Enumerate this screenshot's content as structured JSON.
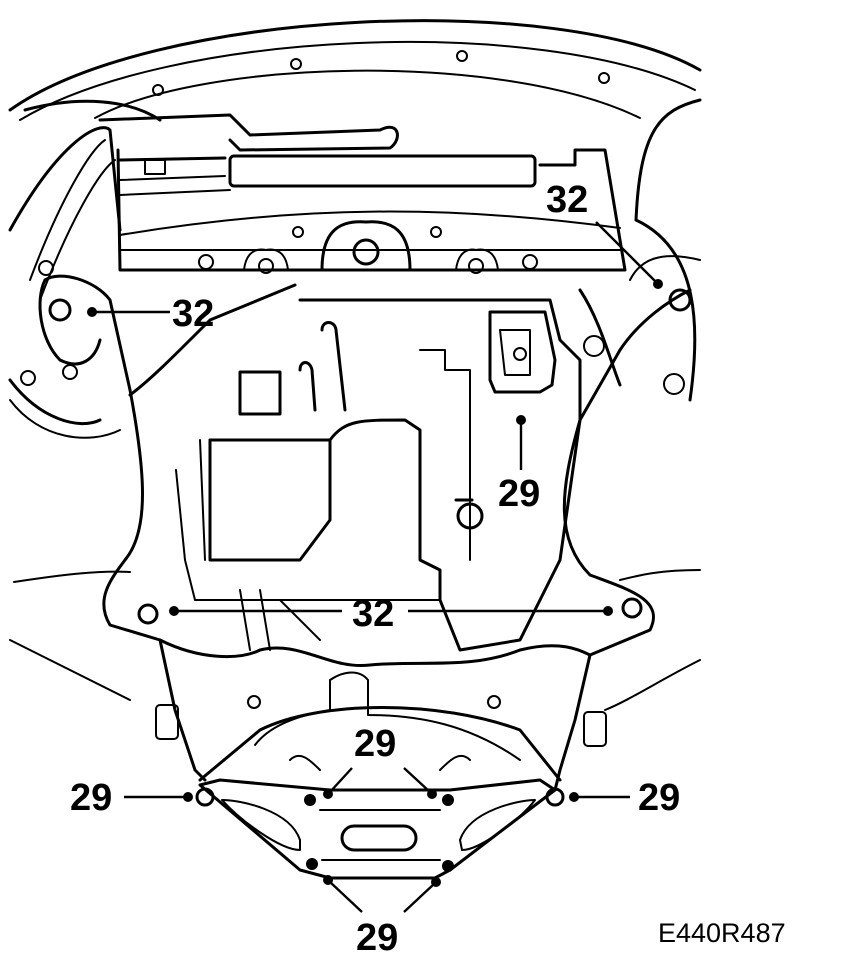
{
  "diagram": {
    "reference_code": "E440R487",
    "callouts": [
      {
        "id": "c1",
        "text": "32"
      },
      {
        "id": "c2",
        "text": "32"
      },
      {
        "id": "c3",
        "text": "32"
      },
      {
        "id": "c4",
        "text": "29"
      },
      {
        "id": "c5",
        "text": "29"
      },
      {
        "id": "c6",
        "text": "29"
      },
      {
        "id": "c7",
        "text": "29"
      },
      {
        "id": "c8",
        "text": "29"
      }
    ]
  },
  "colors": {
    "line": "#000000",
    "background": "#ffffff"
  }
}
